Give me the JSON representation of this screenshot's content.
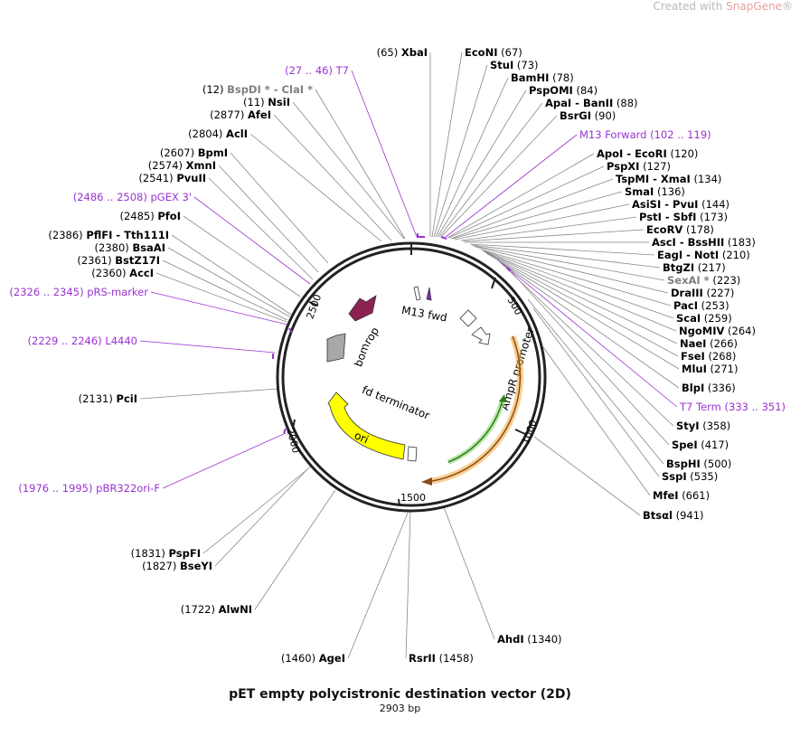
{
  "watermark": {
    "prefix": "Created with ",
    "brand": "SnapGene",
    "suffix": "®"
  },
  "title": "pET empty polycistronic destination vector (2D)",
  "subtitle": "2903 bp",
  "total_bp": 2903,
  "colors": {
    "backbone": "#222222",
    "feature_purple": "#9b32d2",
    "rop": "#8b2252",
    "bom": "#a8a8a8",
    "ori": "#ffff00",
    "ampr": "#f2a93b",
    "ampr_promoter": "#ffffff",
    "lacI_green": "#37a21d"
  },
  "ticks": [
    "500",
    "1000",
    "1500",
    "2000",
    "2500"
  ],
  "features": {
    "m13fwd": "M13 fwd",
    "rop": "rop",
    "bom": "bom",
    "ampr_promoter": "AmpR promoter",
    "fd_terminator": "fd terminator",
    "ori": "ori"
  },
  "labels": [
    {
      "num": "(65)",
      "name": "XbaI",
      "side": "L",
      "gray": false,
      "purple": false
    },
    {
      "num": "(67)",
      "name": "EcoNI",
      "side": "R",
      "gray": false,
      "purple": false
    },
    {
      "num": "(73)",
      "name": "StuI",
      "side": "R",
      "gray": false,
      "purple": false
    },
    {
      "num": "(78)",
      "name": "BamHI",
      "side": "R",
      "gray": false,
      "purple": false
    },
    {
      "num": "(84)",
      "name": "PspOMI",
      "side": "R",
      "gray": false,
      "purple": false
    },
    {
      "num": "(88)",
      "name": "ApaI  - BanII",
      "side": "R",
      "gray": false,
      "purple": false
    },
    {
      "num": "(90)",
      "name": "BsrGI",
      "side": "R",
      "gray": false,
      "purple": false
    },
    {
      "num": "(102 .. 119)",
      "name": "M13 Forward",
      "side": "R",
      "gray": false,
      "purple": true
    },
    {
      "num": "(120)",
      "name": "ApoI  - EcoRI",
      "side": "R",
      "gray": false,
      "purple": false
    },
    {
      "num": "(127)",
      "name": "PspXI",
      "side": "R",
      "gray": false,
      "purple": false
    },
    {
      "num": "(134)",
      "name": "TspMI  - XmaI",
      "side": "R",
      "gray": false,
      "purple": false
    },
    {
      "num": "(136)",
      "name": "SmaI",
      "side": "R",
      "gray": false,
      "purple": false
    },
    {
      "num": "(144)",
      "name": "AsiSI  - PvuI",
      "side": "R",
      "gray": false,
      "purple": false
    },
    {
      "num": "(173)",
      "name": "PstI  - SbfI",
      "side": "R",
      "gray": false,
      "purple": false
    },
    {
      "num": "(178)",
      "name": "EcoRV",
      "side": "R",
      "gray": false,
      "purple": false
    },
    {
      "num": "(183)",
      "name": "AscI  - BssHII",
      "side": "R",
      "gray": false,
      "purple": false
    },
    {
      "num": "(210)",
      "name": "EagI  - NotI",
      "side": "R",
      "gray": false,
      "purple": false
    },
    {
      "num": "(217)",
      "name": "BtgZI",
      "side": "R",
      "gray": false,
      "purple": false
    },
    {
      "num": "(223)",
      "name": "SexAI *",
      "side": "R",
      "gray": true,
      "purple": false
    },
    {
      "num": "(227)",
      "name": "DraIII",
      "side": "R",
      "gray": false,
      "purple": false
    },
    {
      "num": "(253)",
      "name": "PacI",
      "side": "R",
      "gray": false,
      "purple": false
    },
    {
      "num": "(259)",
      "name": "ScaI",
      "side": "R",
      "gray": false,
      "purple": false
    },
    {
      "num": "(264)",
      "name": "NgoMIV",
      "side": "R",
      "gray": false,
      "purple": false
    },
    {
      "num": "(266)",
      "name": "NaeI",
      "side": "R",
      "gray": false,
      "purple": false
    },
    {
      "num": "(268)",
      "name": "FseI",
      "side": "R",
      "gray": false,
      "purple": false
    },
    {
      "num": "(271)",
      "name": "MluI",
      "side": "R",
      "gray": false,
      "purple": false
    },
    {
      "num": "(336)",
      "name": "BlpI",
      "side": "R",
      "gray": false,
      "purple": false
    },
    {
      "num": "(333 .. 351)",
      "name": "T7 Term",
      "side": "R",
      "gray": false,
      "purple": true
    },
    {
      "num": "(358)",
      "name": "StyI",
      "side": "R",
      "gray": false,
      "purple": false
    },
    {
      "num": "(417)",
      "name": "SpeI",
      "side": "R",
      "gray": false,
      "purple": false
    },
    {
      "num": "(500)",
      "name": "BspHI",
      "side": "R",
      "gray": false,
      "purple": false
    },
    {
      "num": "(535)",
      "name": "SspI",
      "side": "R",
      "gray": false,
      "purple": false
    },
    {
      "num": "(661)",
      "name": "MfeI",
      "side": "R",
      "gray": false,
      "purple": false
    },
    {
      "num": "(941)",
      "name": "Btsαl",
      "side": "R",
      "gray": false,
      "purple": false
    },
    {
      "num": "(1340)",
      "name": "AhdI",
      "side": "R",
      "gray": false,
      "purple": false
    },
    {
      "num": "(1458)",
      "name": "RsrII",
      "side": "R",
      "gray": false,
      "purple": false
    },
    {
      "num": "(1460)",
      "name": "AgeI",
      "side": "L",
      "gray": false,
      "purple": false
    },
    {
      "num": "(1722)",
      "name": "AlwNI",
      "side": "L",
      "gray": false,
      "purple": false
    },
    {
      "num": "(1827)",
      "name": "BseYI",
      "side": "L",
      "gray": false,
      "purple": false
    },
    {
      "num": "(1831)",
      "name": "PspFI",
      "side": "L",
      "gray": false,
      "purple": false
    },
    {
      "num": "(1976 .. 1995)",
      "name": "pBR322ori-F",
      "side": "L",
      "gray": false,
      "purple": true
    },
    {
      "num": "(2131)",
      "name": "PciI",
      "side": "L",
      "gray": false,
      "purple": false
    },
    {
      "num": "(2229 .. 2246)",
      "name": "L4440",
      "side": "L",
      "gray": false,
      "purple": true
    },
    {
      "num": "(2326 .. 2345)",
      "name": "pRS-marker",
      "side": "L",
      "gray": false,
      "purple": true
    },
    {
      "num": "(2360)",
      "name": "AccI",
      "side": "L",
      "gray": false,
      "purple": false
    },
    {
      "num": "(2361)",
      "name": "BstZ17I",
      "side": "L",
      "gray": false,
      "purple": false
    },
    {
      "num": "(2380)",
      "name": "BsaAI",
      "side": "L",
      "gray": false,
      "purple": false
    },
    {
      "num": "(2386)",
      "name": "PflFI  - Tth111I",
      "side": "L",
      "gray": false,
      "purple": false
    },
    {
      "num": "(2485)",
      "name": "PfoI",
      "side": "L",
      "gray": false,
      "purple": false
    },
    {
      "num": "(2486 .. 2508)",
      "name": "pGEX 3'",
      "side": "L",
      "gray": false,
      "purple": true
    },
    {
      "num": "(2541)",
      "name": "PvuII",
      "side": "L",
      "gray": false,
      "purple": false
    },
    {
      "num": "(2574)",
      "name": "XmnI",
      "side": "L",
      "gray": false,
      "purple": false
    },
    {
      "num": "(2607)",
      "name": "BpmI",
      "side": "L",
      "gray": false,
      "purple": false
    },
    {
      "num": "(2804)",
      "name": "AclI",
      "side": "L",
      "gray": false,
      "purple": false
    },
    {
      "num": "(2877)",
      "name": "AfeI",
      "side": "L",
      "gray": false,
      "purple": false
    },
    {
      "num": "(11)",
      "name": "NsiI",
      "side": "L",
      "gray": false,
      "purple": false
    },
    {
      "num": "(12)",
      "name": "BspDI * - ClaI *",
      "side": "L",
      "gray": true,
      "purple": false
    },
    {
      "num": "(27 .. 46)",
      "name": "T7",
      "side": "L",
      "gray": false,
      "purple": true
    }
  ]
}
